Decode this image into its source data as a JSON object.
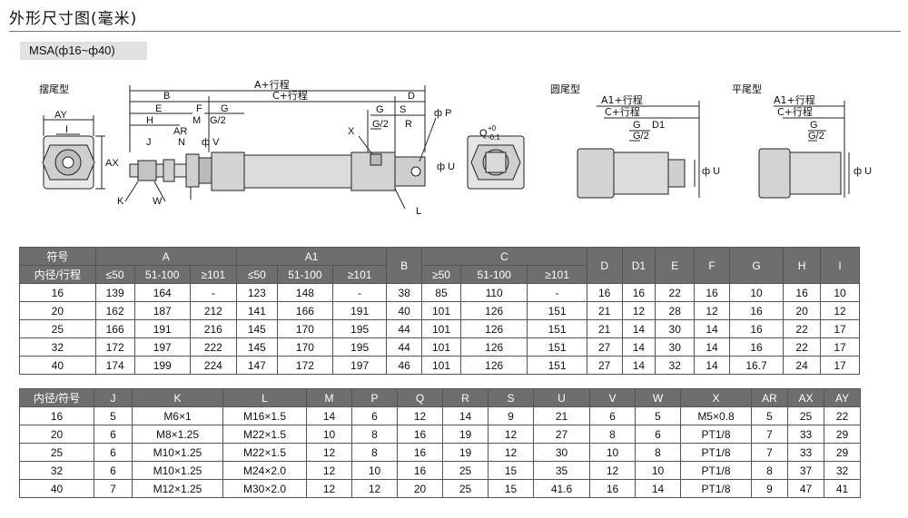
{
  "page_title": "外形尺寸图(毫米)",
  "model": "MSA(ф16~ф40)",
  "drawing_labels": {
    "swing_tail": "摆尾型",
    "round_tail": "圆尾型",
    "flat_tail": "平尾型",
    "a_stroke": "A+行程",
    "c_stroke": "C+行程",
    "a1_stroke": "A1+行程",
    "b": "B",
    "e": "E",
    "f": "F",
    "g": "G",
    "h": "H",
    "j": "J",
    "ar": "AR",
    "m": "M",
    "g2": "G/2",
    "d": "D",
    "s": "S",
    "r": "R",
    "x": "X",
    "p": "ф P",
    "q": "Q",
    "q_tol_up": "+0",
    "q_tol_dn": "-0.1",
    "u": "ф U",
    "l": "L",
    "k": "K",
    "w": "W",
    "n": "N",
    "v": "ф V",
    "ax": "AX",
    "ay": "AY",
    "i": "I",
    "d1": "D1"
  },
  "table1": {
    "header_row1": [
      "符号",
      "A",
      "A1",
      "B",
      "C",
      "D",
      "D1",
      "E",
      "F",
      "G",
      "H",
      "I"
    ],
    "header_row2": [
      "内径/行程",
      "≤50",
      "51-100",
      "≥101",
      "≤50",
      "51-100",
      "≥101",
      "≥50",
      "51-100",
      "≥101"
    ],
    "rows": [
      [
        "16",
        "139",
        "164",
        "-",
        "123",
        "148",
        "-",
        "38",
        "85",
        "110",
        "-",
        "16",
        "16",
        "22",
        "16",
        "10",
        "16",
        "10"
      ],
      [
        "20",
        "162",
        "187",
        "212",
        "141",
        "166",
        "191",
        "40",
        "101",
        "126",
        "151",
        "21",
        "12",
        "28",
        "12",
        "16",
        "20",
        "12"
      ],
      [
        "25",
        "166",
        "191",
        "216",
        "145",
        "170",
        "195",
        "44",
        "101",
        "126",
        "151",
        "21",
        "14",
        "30",
        "14",
        "16",
        "22",
        "17"
      ],
      [
        "32",
        "172",
        "197",
        "222",
        "145",
        "170",
        "195",
        "44",
        "101",
        "126",
        "151",
        "27",
        "14",
        "30",
        "14",
        "16",
        "22",
        "17"
      ],
      [
        "40",
        "174",
        "199",
        "224",
        "147",
        "172",
        "197",
        "46",
        "101",
        "126",
        "151",
        "27",
        "14",
        "32",
        "14",
        "16.7",
        "24",
        "17"
      ]
    ]
  },
  "table2": {
    "header": [
      "内径/符号",
      "J",
      "K",
      "L",
      "M",
      "P",
      "Q",
      "R",
      "S",
      "U",
      "V",
      "W",
      "X",
      "AR",
      "AX",
      "AY"
    ],
    "rows": [
      [
        "16",
        "5",
        "M6×1",
        "M16×1.5",
        "14",
        "6",
        "12",
        "14",
        "9",
        "21",
        "6",
        "5",
        "M5×0.8",
        "5",
        "25",
        "22"
      ],
      [
        "20",
        "6",
        "M8×1.25",
        "M22×1.5",
        "10",
        "8",
        "16",
        "19",
        "12",
        "27",
        "8",
        "6",
        "PT1/8",
        "7",
        "33",
        "29"
      ],
      [
        "25",
        "6",
        "M10×1.25",
        "M22×1.5",
        "12",
        "8",
        "16",
        "19",
        "12",
        "30",
        "10",
        "8",
        "PT1/8",
        "7",
        "33",
        "29"
      ],
      [
        "32",
        "6",
        "M10×1.25",
        "M24×2.0",
        "12",
        "10",
        "16",
        "25",
        "15",
        "35",
        "12",
        "10",
        "PT1/8",
        "8",
        "37",
        "32"
      ],
      [
        "40",
        "7",
        "M12×1.25",
        "M30×2.0",
        "12",
        "12",
        "20",
        "25",
        "15",
        "41.6",
        "16",
        "14",
        "PT1/8",
        "9",
        "47",
        "41"
      ]
    ]
  }
}
